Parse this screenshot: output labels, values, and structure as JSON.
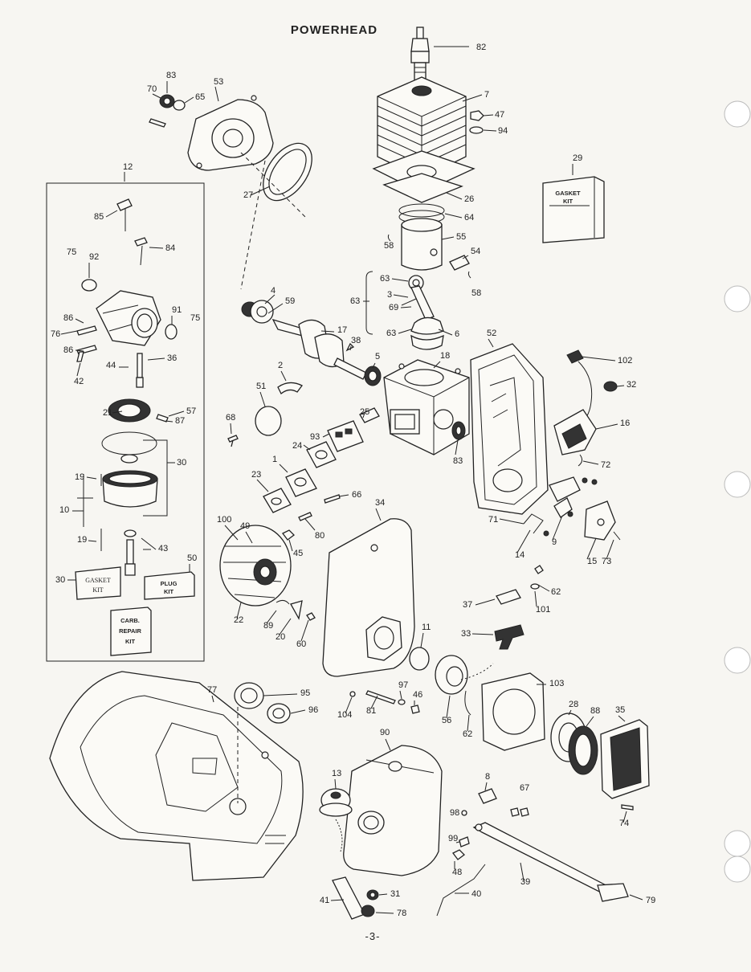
{
  "title": "POWERHEAD",
  "page_number": "-3-",
  "kits": {
    "gasket_kit_main": [
      "GASKET",
      "KIT"
    ],
    "gasket_kit_carb": [
      "GASKET",
      "KIT"
    ],
    "plug_kit": [
      "PLUG",
      "KIT"
    ],
    "carb_repair_kit": [
      "CARB.",
      "REPAIR",
      "KIT"
    ]
  },
  "callouts": [
    "82",
    "7",
    "47",
    "94",
    "83",
    "70",
    "65",
    "53",
    "29",
    "26",
    "64",
    "58",
    "55",
    "54",
    "27",
    "12",
    "85",
    "84",
    "75",
    "92",
    "86",
    "76",
    "86",
    "91",
    "75",
    "36",
    "44",
    "42",
    "63",
    "3",
    "69",
    "63",
    "63",
    "58",
    "4",
    "59",
    "17",
    "38",
    "6",
    "5",
    "18",
    "52",
    "102",
    "32",
    "16",
    "2",
    "51",
    "21",
    "57",
    "87",
    "25",
    "93",
    "83",
    "68",
    "24",
    "30",
    "19",
    "1",
    "66",
    "72",
    "23",
    "10",
    "19",
    "43",
    "100",
    "49",
    "34",
    "80",
    "71",
    "9",
    "14",
    "15",
    "73",
    "50",
    "45",
    "30",
    "62",
    "101",
    "37",
    "22",
    "89",
    "20",
    "60",
    "11",
    "33",
    "97",
    "46",
    "104",
    "81",
    "56",
    "62",
    "103",
    "28",
    "88",
    "35",
    "77",
    "95",
    "96",
    "90",
    "13",
    "8",
    "67",
    "98",
    "74",
    "99",
    "48",
    "39",
    "40",
    "79",
    "41",
    "31",
    "78"
  ]
}
